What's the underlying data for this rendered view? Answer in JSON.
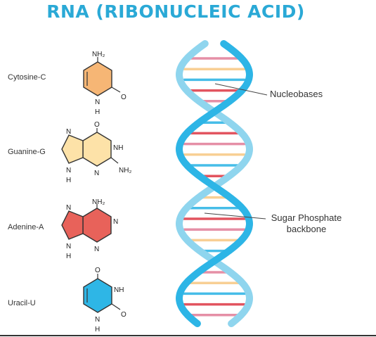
{
  "title": "RNA (RIBONUCLEIC ACID)",
  "bases": [
    {
      "label": "Cytosine-C",
      "color": "#f6b675"
    },
    {
      "label": "Guanine-G",
      "color": "#fde2a8"
    },
    {
      "label": "Adenine-A",
      "color": "#e8625a"
    },
    {
      "label": "Uracil-U",
      "color": "#2eb6e6"
    }
  ],
  "atoms": {
    "nh2": "NH₂",
    "n": "N",
    "nh": "NH",
    "o": "O",
    "h": "H"
  },
  "callouts": {
    "nucleobases": "Nucleobases",
    "backbone_line1": "Sugar Phosphate",
    "backbone_line2": "backbone"
  },
  "colors": {
    "strand_front": "#2db5e6",
    "strand_back": "#8fd5ee",
    "rung_orange": "#f8cf94",
    "rung_pink": "#e58fa6",
    "rung_red": "#e2545f",
    "rung_blue": "#46bde8"
  }
}
